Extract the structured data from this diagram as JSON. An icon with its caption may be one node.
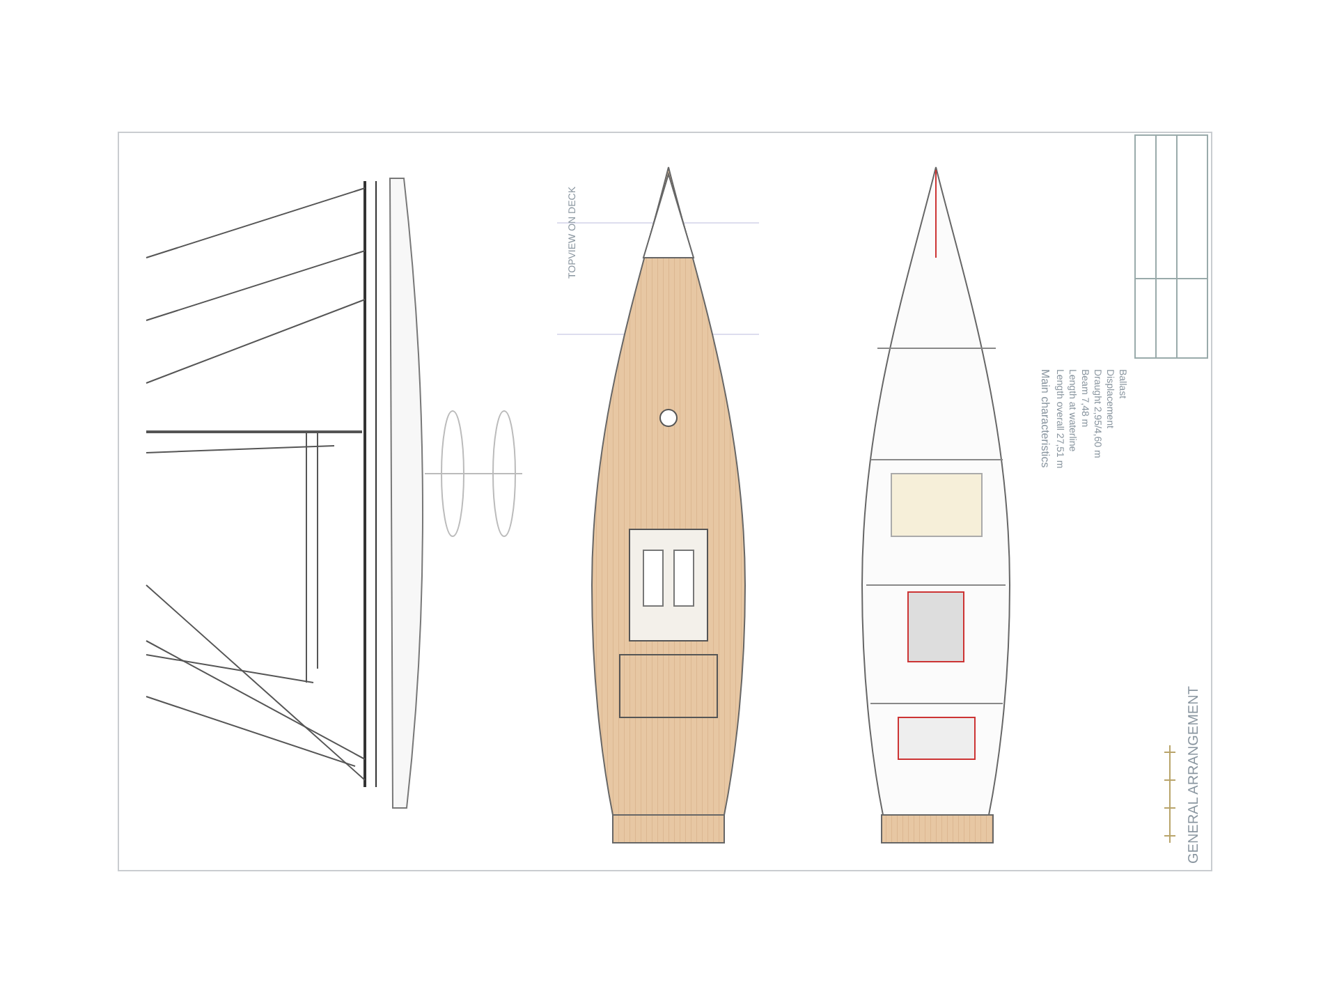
{
  "diagram": {
    "title": "GENERAL ARRANGEMENT",
    "labels": [
      "TOPVIEW ON DECK",
      "Main characteristics",
      "Length overall 27,51 m",
      "Length at waterline",
      "Beam 7,48 m",
      "Draught 2,95/4,60 m",
      "Displacement",
      "Ballast"
    ]
  }
}
